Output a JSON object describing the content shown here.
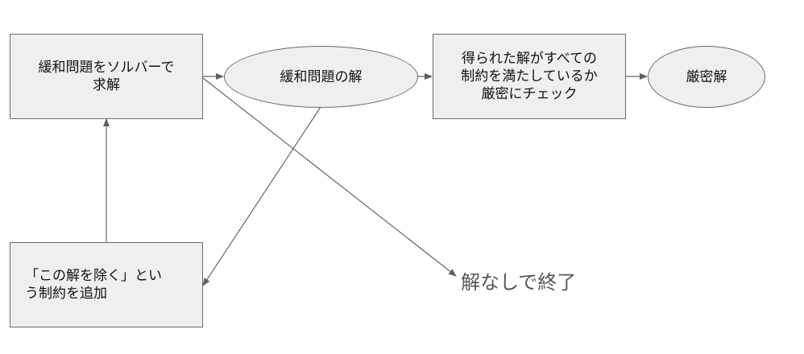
{
  "diagram": {
    "nodes": {
      "solve_relaxed": {
        "label": "緩和問題をソルバーで\n求解",
        "shape": "rectangle"
      },
      "relaxed_solution": {
        "label": "緩和問題の解",
        "shape": "ellipse"
      },
      "strict_check": {
        "label": "得られた解がすべての\n制約を満たしているか\n厳密にチェック",
        "shape": "rectangle"
      },
      "exact_solution": {
        "label": "厳密解",
        "shape": "ellipse"
      },
      "add_constraint": {
        "label": "「この解を除く」とい\nう制約を追加",
        "shape": "rectangle"
      },
      "no_solution_end": {
        "label": "解なしで終了",
        "shape": "text"
      }
    },
    "edges": [
      {
        "from": "solve_relaxed",
        "to": "relaxed_solution"
      },
      {
        "from": "relaxed_solution",
        "to": "strict_check"
      },
      {
        "from": "strict_check",
        "to": "exact_solution"
      },
      {
        "from": "relaxed_solution",
        "to": "add_constraint"
      },
      {
        "from": "add_constraint",
        "to": "solve_relaxed"
      },
      {
        "from": "solve_relaxed",
        "to": "no_solution_end"
      }
    ],
    "colors": {
      "node_fill": "#efefef",
      "node_border": "#6b6b6b",
      "edge": "#666666",
      "end_text": "#555555"
    }
  }
}
